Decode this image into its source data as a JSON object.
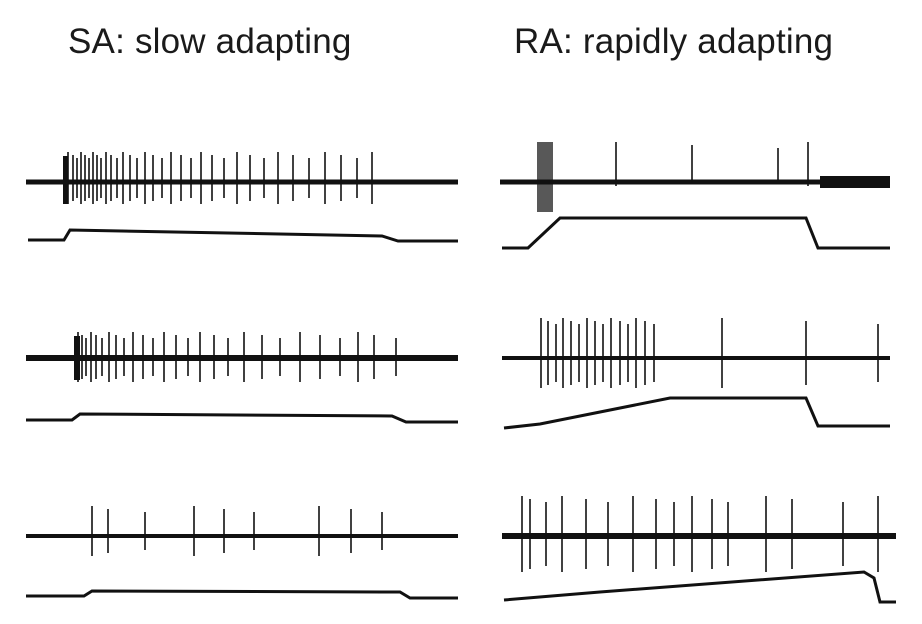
{
  "titles": {
    "sa": "SA: slow adapting",
    "ra": "RA: rapidly adapting"
  },
  "colors": {
    "ink": "#111111"
  },
  "panels": [
    {
      "id": "sa-1",
      "spikes": [
        68,
        73,
        77,
        81,
        85,
        89,
        93,
        97,
        101,
        106,
        111,
        117,
        123,
        130,
        137,
        145,
        153,
        162,
        171,
        181,
        191,
        201,
        212,
        224,
        237,
        250,
        264,
        278,
        293,
        309,
        325,
        341,
        357,
        372
      ],
      "stim": {
        "onset": [
          64,
          70
        ],
        "offset": [
          382,
          398
        ],
        "plateau": [
          230,
          236
        ]
      }
    },
    {
      "id": "ra-1",
      "burst": [
        538,
        552
      ],
      "spikes": [
        616,
        692,
        778,
        808
      ],
      "stim": {
        "onset": [
          528,
          560
        ],
        "offset": [
          808,
          818
        ],
        "plateau": [
          216,
          218
        ]
      }
    },
    {
      "id": "sa-2",
      "spikes": [
        78,
        82,
        86,
        91,
        96,
        102,
        109,
        116,
        124,
        133,
        143,
        153,
        164,
        176,
        188,
        200,
        214,
        228,
        244,
        262,
        280,
        300,
        320,
        340,
        358,
        374,
        396
      ],
      "stim": {
        "onset": [
          72,
          80
        ],
        "offset": [
          392,
          406
        ],
        "plateau": [
          412,
          416
        ]
      }
    },
    {
      "id": "ra-2",
      "spikes": [
        541,
        548,
        556,
        563,
        571,
        579,
        587,
        595,
        603,
        611,
        620,
        628,
        636,
        645,
        654,
        722,
        806,
        878
      ],
      "stim": {
        "onset": [
          530,
          670
        ],
        "offset": [
          806,
          818
        ],
        "plateau": [
          398,
          398
        ]
      }
    },
    {
      "id": "sa-3",
      "spikes": [
        92,
        108,
        145,
        194,
        224,
        254,
        319,
        351,
        382
      ],
      "stim": {
        "onset": [
          84,
          92
        ],
        "offset": [
          400,
          410
        ],
        "plateau": [
          590,
          592
        ]
      }
    },
    {
      "id": "ra-3",
      "spikes": [
        522,
        530,
        546,
        562,
        586,
        608,
        633,
        656,
        674,
        692,
        712,
        728,
        766,
        792,
        843,
        878
      ],
      "stim": {
        "onset": [
          504,
          864
        ],
        "offset": [
          874,
          884
        ],
        "plateau": [
          598,
          572
        ]
      }
    }
  ]
}
